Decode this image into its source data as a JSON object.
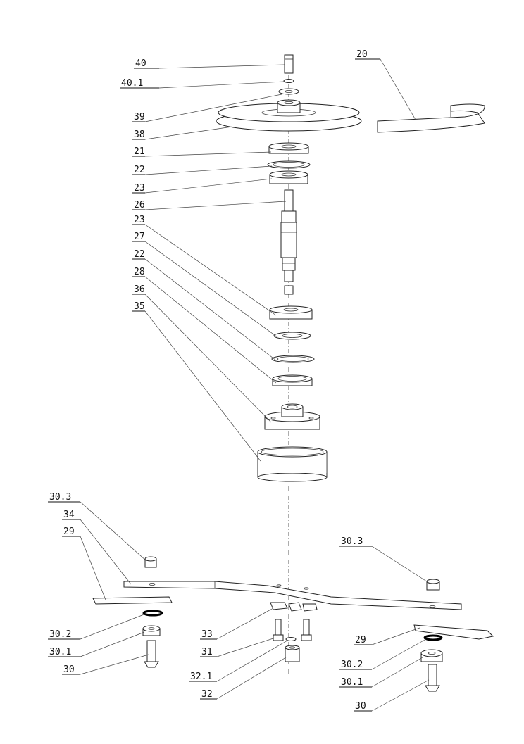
{
  "labels": {
    "p40": "40",
    "p40_1": "40.1",
    "p39": "39",
    "p38": "38",
    "p21": "21",
    "p22a": "22",
    "p23a": "23",
    "p26": "26",
    "p23b": "23",
    "p27": "27",
    "p22b": "22",
    "p28": "28",
    "p36": "36",
    "p35": "35",
    "p20": "20",
    "p30_3_left": "30.3",
    "p34": "34",
    "p29_left": "29",
    "p30_2_left": "30.2",
    "p30_1_left": "30.1",
    "p30_left": "30",
    "p33": "33",
    "p31": "31",
    "p32_1": "32.1",
    "p32": "32",
    "p30_3_right": "30.3",
    "p29_right": "29",
    "p30_2_right": "30.2",
    "p30_1_right": "30.1",
    "p30_right": "30"
  }
}
